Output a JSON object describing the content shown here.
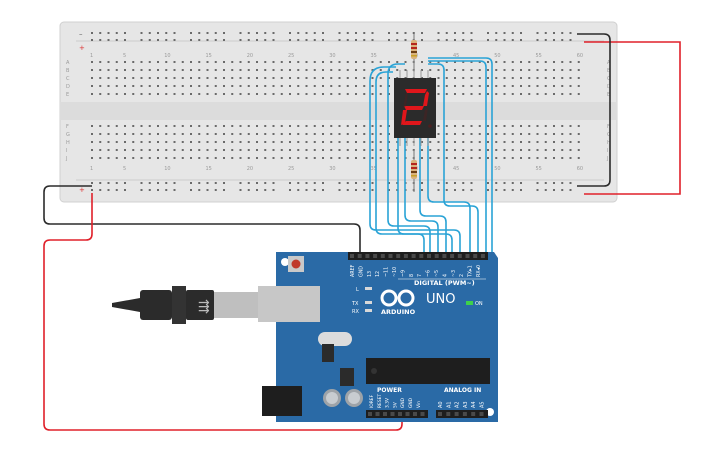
{
  "breadboard": {
    "col_numbers_top": [
      "1",
      "5",
      "10",
      "15",
      "20",
      "25",
      "30",
      "35",
      "40",
      "45",
      "50",
      "55",
      "60"
    ],
    "col_numbers_bottom": [
      "1",
      "5",
      "10",
      "15",
      "20",
      "25",
      "30",
      "35",
      "40",
      "45",
      "50",
      "55",
      "60"
    ],
    "row_letters_top": [
      "A",
      "B",
      "C",
      "D",
      "E"
    ],
    "row_letters_bottom": [
      "F",
      "G",
      "H",
      "I",
      "J"
    ],
    "plus_symbol": "+",
    "minus_symbol": "–"
  },
  "display": {
    "digit": "2",
    "segment_color": "#e0161b",
    "body_color": "#2b2b2b"
  },
  "arduino": {
    "brand": "ARDUINO",
    "model": "UNO",
    "digital_label": "DIGITAL (PWM~)",
    "power_label": "POWER",
    "analog_label": "ANALOG IN",
    "on_label": "ON",
    "led_labels": [
      "L",
      "TX",
      "RX"
    ],
    "top_header_labels": [
      "AREF",
      "GND",
      "13",
      "12",
      "~11",
      "~10",
      "~9",
      "8",
      "7",
      "~6",
      "~5",
      "4",
      "~3",
      "2",
      "TX▸1",
      "RX◂0"
    ],
    "power_header_labels": [
      "IOREF",
      "RESET",
      "3.3V",
      "5V",
      "GND",
      "GND",
      "Vin"
    ],
    "analog_header_labels": [
      "A0",
      "A1",
      "A2",
      "A3",
      "A4",
      "A5"
    ],
    "board_color": "#2a6aa6"
  },
  "wires": {
    "signal_color": "#2aa3d6",
    "power_color": "#e0202a",
    "ground_color": "#2b2b2b"
  }
}
